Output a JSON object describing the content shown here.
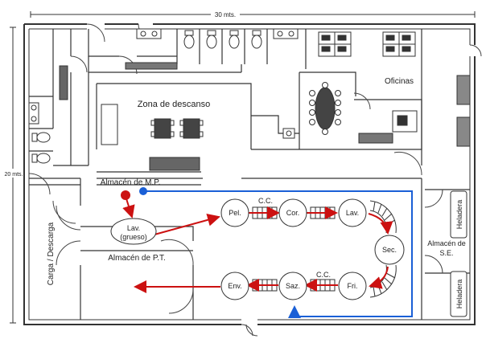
{
  "dimensions": {
    "width_label": "30 mts.",
    "height_label": "20 mts."
  },
  "areas": {
    "rest_zone": "Zona de descanso",
    "offices": "Oficinas",
    "raw_material_store": "Almacén de M.P.",
    "finished_product_store": "Almacén de P.T.",
    "loading_unloading": "Carga / Descarga",
    "se_store_line1": "Almacén de",
    "se_store_line2": "S.E.",
    "freezer_top": "Heladera",
    "freezer_bottom": "Heladera"
  },
  "process_nodes": {
    "lav_grueso": "Lav.",
    "lav_grueso_sub": "(grueso)",
    "pel": "Pel.",
    "cor": "Cor.",
    "lav": "Lav.",
    "sec": "Sec.",
    "fri": "Fri.",
    "saz": "Saz.",
    "env": "Env."
  },
  "conveyors": {
    "top_label": "C.C.",
    "bottom_label": "C.C."
  },
  "colors": {
    "red_flow": "#cc1111",
    "blue_flow": "#1a5fd6",
    "wall": "#333333"
  }
}
